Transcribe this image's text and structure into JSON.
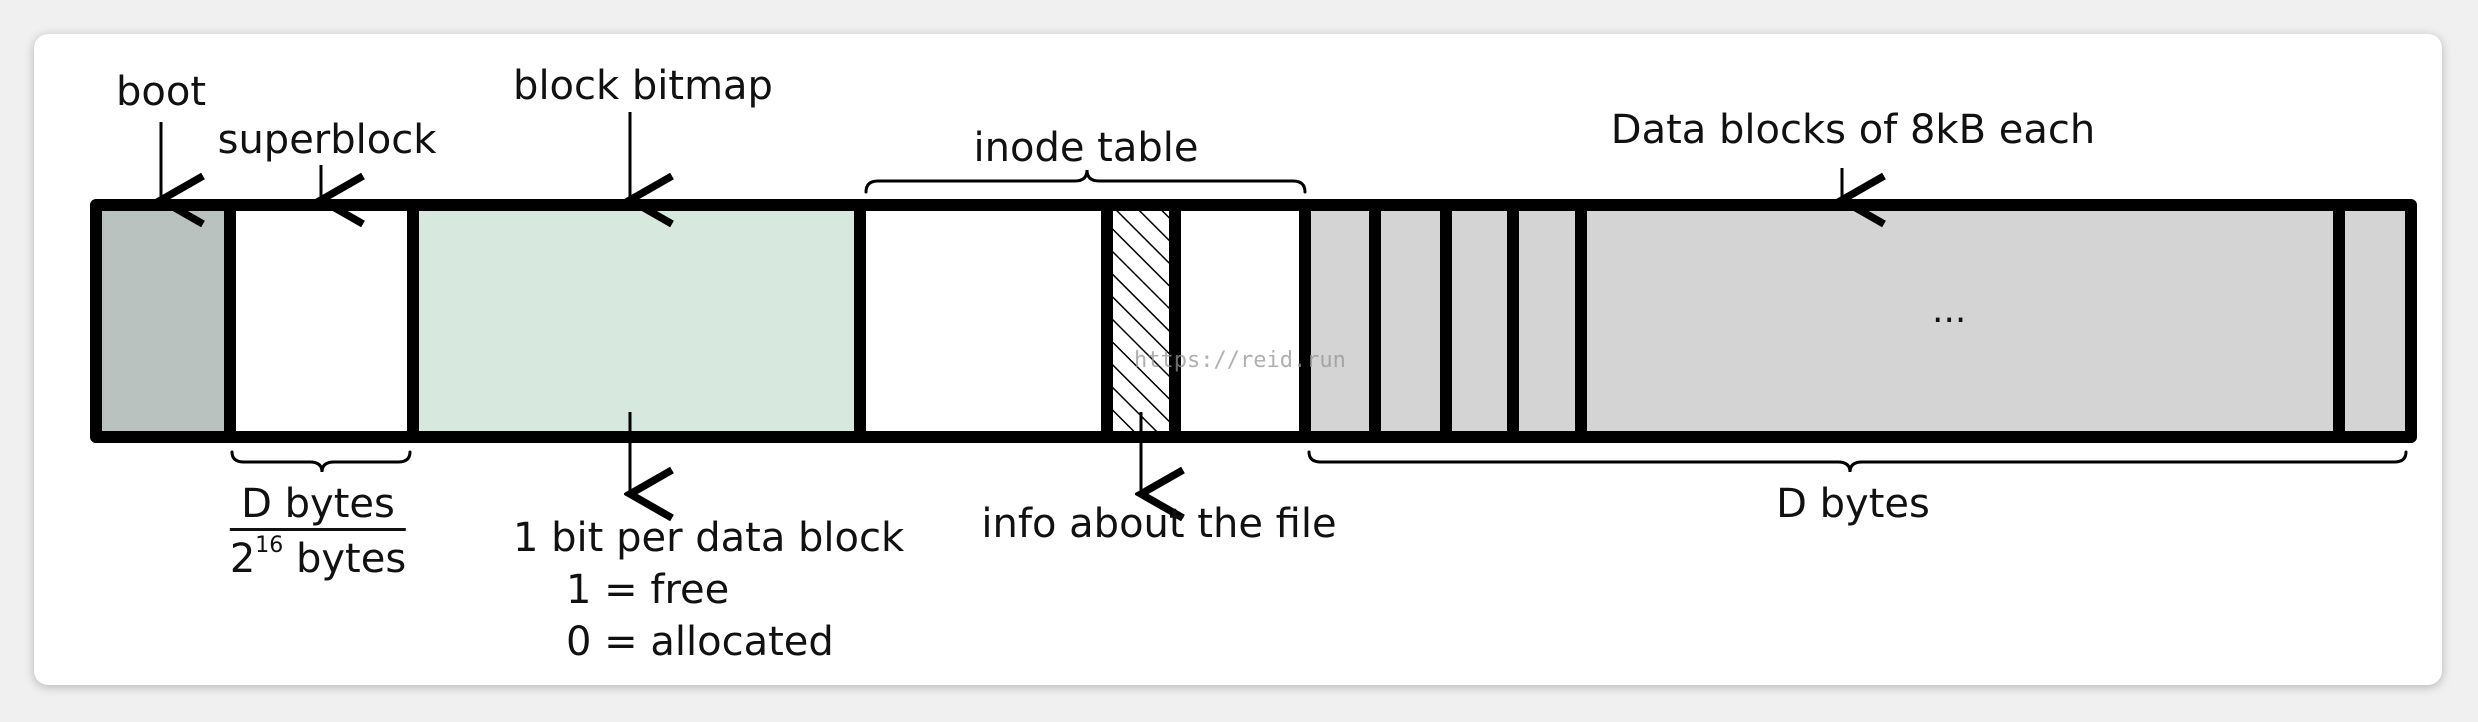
{
  "labels": {
    "boot": "boot",
    "superblock": "superblock",
    "block_bitmap": "block bitmap",
    "inode_table": "inode table",
    "data_blocks": "Data blocks of 8kB each",
    "superblock_size_numerator": "D bytes",
    "superblock_size_denominator_base": "2",
    "superblock_size_denominator_exp": "16",
    "superblock_size_denominator_unit": " bytes",
    "bitmap_desc_line1": "1 bit per data block",
    "bitmap_desc_line2": "1 = free",
    "bitmap_desc_line3": "0 = allocated",
    "inode_desc": "info about the file",
    "data_size": "D bytes",
    "ellipsis": "...",
    "watermark": "https://reid.run"
  },
  "colors": {
    "boot_fill": "#b9c2be",
    "bitmap_fill": "#d7e9df",
    "data_fill": "#d4d4d4",
    "outline": "#000000",
    "background": "#f0f0f0"
  }
}
